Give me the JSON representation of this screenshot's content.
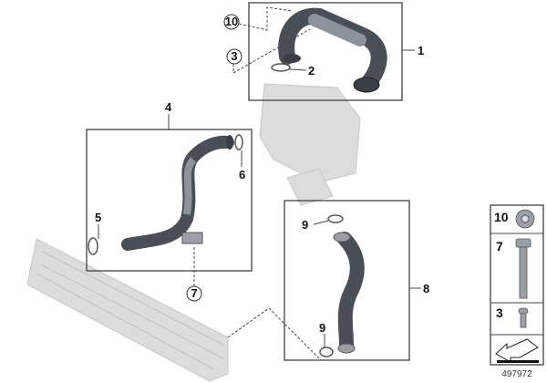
{
  "callouts": {
    "p1": "1",
    "p2": "2",
    "p3": "3",
    "p4": "4",
    "p5": "5",
    "p6": "6",
    "p7": "7",
    "p8": "8",
    "p9a": "9",
    "p9b": "9",
    "p10": "10"
  },
  "side_panel": {
    "items": [
      {
        "label": "10"
      },
      {
        "label": "7"
      },
      {
        "label": "3"
      }
    ],
    "diagram_number": "497972"
  },
  "colors": {
    "hose": "#4a4f57",
    "ghost": "#dcdcdc",
    "frame": "#333333"
  }
}
